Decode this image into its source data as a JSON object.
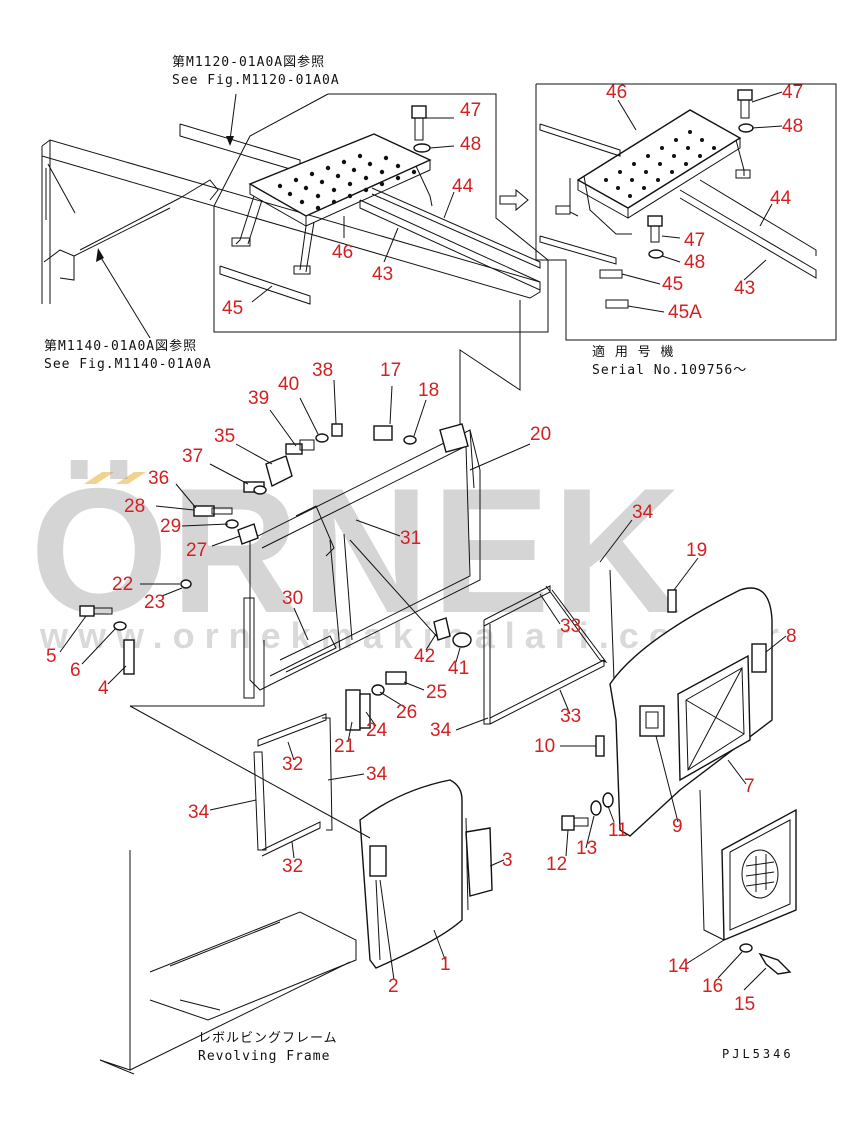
{
  "notes": {
    "ref_top_jp": "第M1120-01A0A図参照",
    "ref_top_en": "See Fig.M1120-01A0A",
    "ref_left_jp": "第M1140-01A0A図参照",
    "ref_left_en": "See Fig.M1140-01A0A",
    "serial_jp": "適 用 号 機",
    "serial_en": "Serial No.109756～",
    "frame_jp": "レボルビングフレーム",
    "frame_en": "Revolving Frame",
    "drawing_code": "PJL5346"
  },
  "watermark": {
    "brand": "ÖRNEK",
    "url": "www.ornekmakinalari.com.tr"
  },
  "colors": {
    "callout": "#d42020",
    "line": "#111111",
    "watermark": "#8a8a8a",
    "watermark_accent": "#e8c060"
  },
  "callouts": [
    {
      "id": "c47a",
      "label": "47"
    },
    {
      "id": "c48a",
      "label": "48"
    },
    {
      "id": "c44a",
      "label": "44"
    },
    {
      "id": "c46a",
      "label": "46"
    },
    {
      "id": "c43a",
      "label": "43"
    },
    {
      "id": "c45a",
      "label": "45"
    },
    {
      "id": "c46b",
      "label": "46"
    },
    {
      "id": "c47b",
      "label": "47"
    },
    {
      "id": "c48b",
      "label": "48"
    },
    {
      "id": "c44b",
      "label": "44"
    },
    {
      "id": "c47c",
      "label": "47"
    },
    {
      "id": "c48c",
      "label": "48"
    },
    {
      "id": "c45b",
      "label": "45"
    },
    {
      "id": "c43b",
      "label": "43"
    },
    {
      "id": "c45A",
      "label": "45A"
    },
    {
      "id": "c38",
      "label": "38"
    },
    {
      "id": "c40",
      "label": "40"
    },
    {
      "id": "c39",
      "label": "39"
    },
    {
      "id": "c17",
      "label": "17"
    },
    {
      "id": "c18",
      "label": "18"
    },
    {
      "id": "c35",
      "label": "35"
    },
    {
      "id": "c20",
      "label": "20"
    },
    {
      "id": "c37",
      "label": "37"
    },
    {
      "id": "c36",
      "label": "36"
    },
    {
      "id": "c28",
      "label": "28"
    },
    {
      "id": "c29",
      "label": "29"
    },
    {
      "id": "c34a",
      "label": "34"
    },
    {
      "id": "c31",
      "label": "31"
    },
    {
      "id": "c27",
      "label": "27"
    },
    {
      "id": "c19",
      "label": "19"
    },
    {
      "id": "c22",
      "label": "22"
    },
    {
      "id": "c23",
      "label": "23"
    },
    {
      "id": "c30",
      "label": "30"
    },
    {
      "id": "c33a",
      "label": "33"
    },
    {
      "id": "c8",
      "label": "8"
    },
    {
      "id": "c5",
      "label": "5"
    },
    {
      "id": "c6",
      "label": "6"
    },
    {
      "id": "c42",
      "label": "42"
    },
    {
      "id": "c41",
      "label": "41"
    },
    {
      "id": "c4",
      "label": "4"
    },
    {
      "id": "c25",
      "label": "25"
    },
    {
      "id": "c26",
      "label": "26"
    },
    {
      "id": "c21",
      "label": "21"
    },
    {
      "id": "c24",
      "label": "24"
    },
    {
      "id": "c34b",
      "label": "34"
    },
    {
      "id": "c33b",
      "label": "33"
    },
    {
      "id": "c10",
      "label": "10"
    },
    {
      "id": "c7",
      "label": "7"
    },
    {
      "id": "c32a",
      "label": "32"
    },
    {
      "id": "c34c",
      "label": "34"
    },
    {
      "id": "c34d",
      "label": "34"
    },
    {
      "id": "c9",
      "label": "9"
    },
    {
      "id": "c11",
      "label": "11"
    },
    {
      "id": "c3",
      "label": "3"
    },
    {
      "id": "c12",
      "label": "12"
    },
    {
      "id": "c13",
      "label": "13"
    },
    {
      "id": "c32b",
      "label": "32"
    },
    {
      "id": "c1",
      "label": "1"
    },
    {
      "id": "c2",
      "label": "2"
    },
    {
      "id": "c14",
      "label": "14"
    },
    {
      "id": "c16",
      "label": "16"
    },
    {
      "id": "c15",
      "label": "15"
    }
  ]
}
